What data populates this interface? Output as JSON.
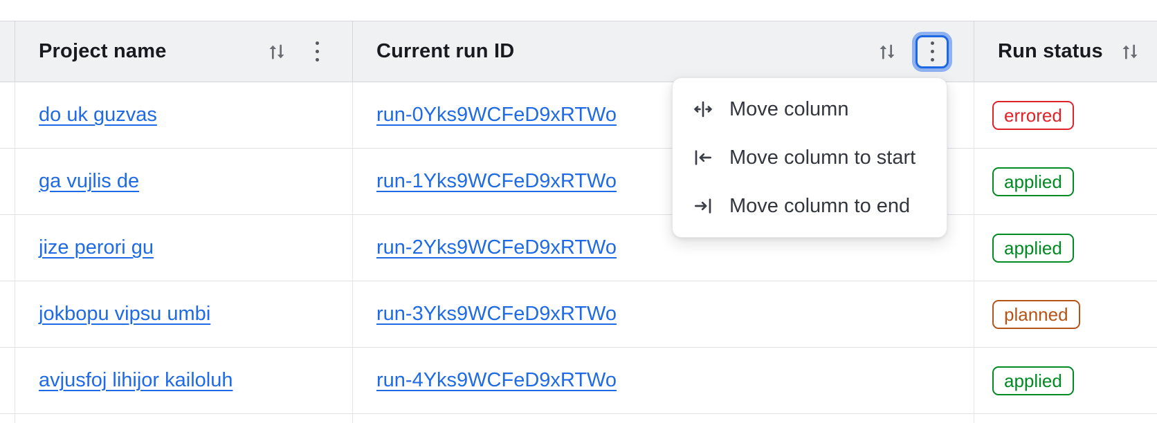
{
  "header": {
    "columns": [
      {
        "label": "Project name",
        "has_sort": true,
        "has_menu": true,
        "menu_open": false
      },
      {
        "label": "Current run ID",
        "has_sort": true,
        "has_menu": true,
        "menu_open": true
      },
      {
        "label": "Run status",
        "has_sort": true,
        "has_menu": false,
        "menu_open": false
      }
    ]
  },
  "rows": [
    {
      "project_name": "do uk guzvas",
      "run_id": "run-0Yks9WCFeD9xRTWo",
      "status": "errored"
    },
    {
      "project_name": "ga vujlis de",
      "run_id": "run-1Yks9WCFeD9xRTWo",
      "status": "applied"
    },
    {
      "project_name": "jize perori gu",
      "run_id": "run-2Yks9WCFeD9xRTWo",
      "status": "applied"
    },
    {
      "project_name": "jokbopu vipsu umbi",
      "run_id": "run-3Yks9WCFeD9xRTWo",
      "status": "planned"
    },
    {
      "project_name": "avjusfoj lihijor kailoluh",
      "run_id": "run-4Yks9WCFeD9xRTWo",
      "status": "applied"
    }
  ],
  "column_menu": {
    "items": [
      {
        "label": "Move column",
        "icon": "move-column-icon"
      },
      {
        "label": "Move column to start",
        "icon": "move-column-start-icon"
      },
      {
        "label": "Move column to end",
        "icon": "move-column-end-icon"
      }
    ]
  },
  "status_colors": {
    "errored": "#e02228",
    "applied": "#008a22",
    "planned": "#b65417"
  },
  "colors": {
    "link": "#1f6ae5",
    "header_bg": "#f0f1f3",
    "focus": "#1e67e3",
    "sort_icon": "#696d74"
  }
}
